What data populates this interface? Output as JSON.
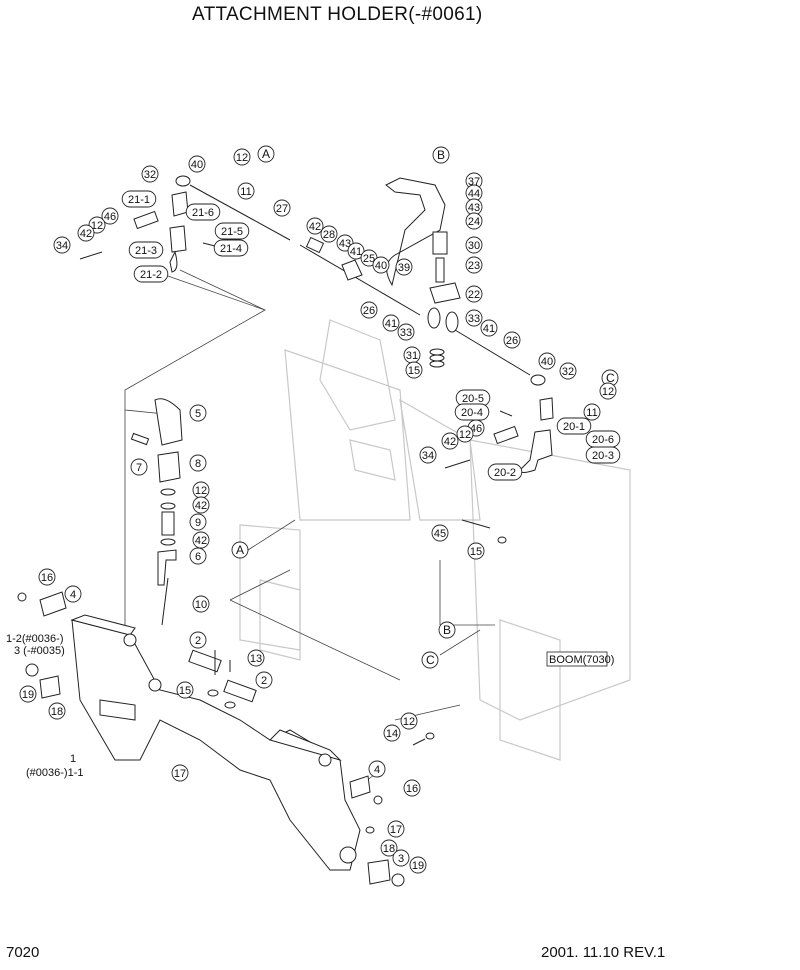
{
  "header": {
    "title": "ATTACHMENT HOLDER(-#0061)"
  },
  "footer": {
    "page_code": "7020",
    "date_rev": "2001. 11.10  REV.1"
  },
  "diagram": {
    "boom_label": "BOOM(7030)",
    "refs": {
      "A": "A",
      "B": "B",
      "C": "C"
    },
    "callouts": [
      "12",
      "40",
      "11",
      "32",
      "21-1",
      "27",
      "21-6",
      "46",
      "12",
      "42",
      "21-5",
      "34",
      "21-3",
      "21-4",
      "21-2",
      "42",
      "28",
      "43",
      "41",
      "25",
      "40",
      "37",
      "44",
      "43",
      "24",
      "30",
      "39",
      "23",
      "22",
      "26",
      "41",
      "33",
      "33",
      "41",
      "26",
      "31",
      "15",
      "40",
      "32",
      "12",
      "11",
      "20-5",
      "20-4",
      "20-1",
      "46",
      "12",
      "42",
      "20-6",
      "20-3",
      "34",
      "20-2",
      "5",
      "7",
      "8",
      "12",
      "42",
      "9",
      "42",
      "6",
      "10",
      "45",
      "15",
      "16",
      "4",
      "2",
      "13",
      "15",
      "2",
      "12",
      "14",
      "19",
      "18",
      "17",
      "4",
      "16",
      "17",
      "18",
      "3",
      "19"
    ],
    "texts": {
      "variant_a": "1-2(#0036-)",
      "variant_b": "3 (-#0035)",
      "item1_num": "1",
      "item1_var": "(#0036-)1-1"
    }
  }
}
